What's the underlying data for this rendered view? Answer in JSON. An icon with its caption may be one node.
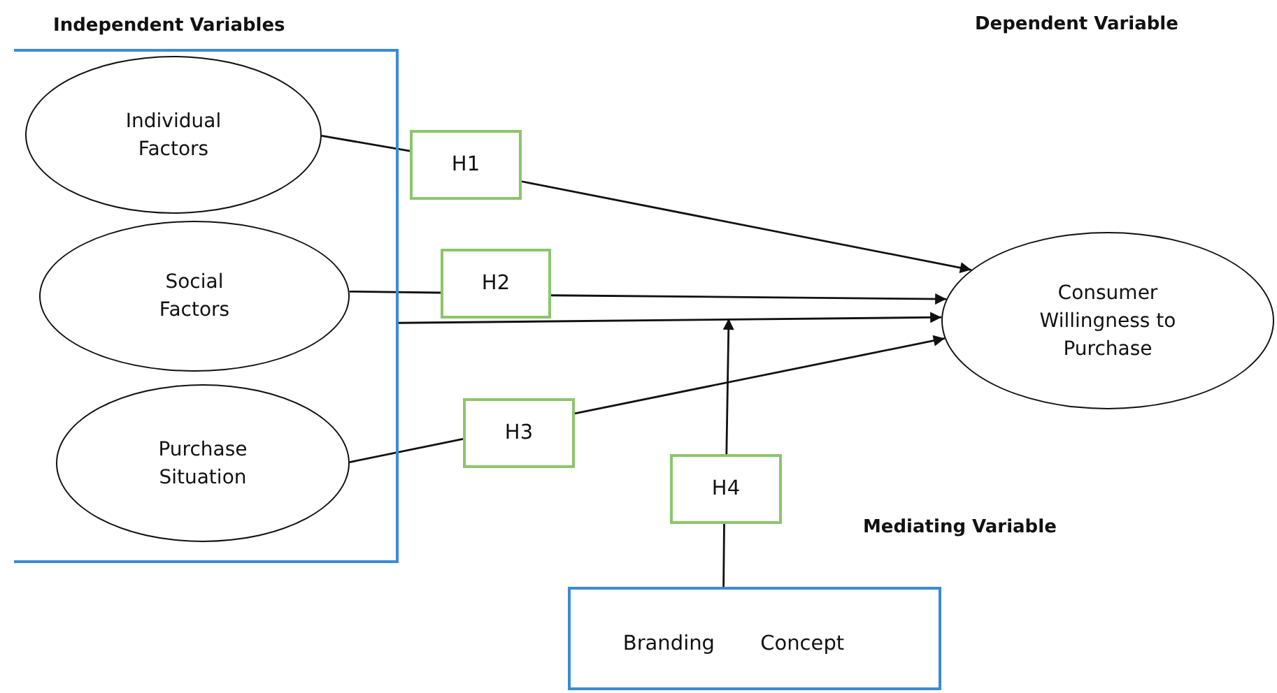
{
  "diagram": {
    "nodes": [
      {
        "text": [
          "Independent Variables"
        ]
      },
      {
        "text": [
          "Individual Factors"
        ],
        "in": 0
      },
      {
        "text": [
          "Social Factors"
        ],
        "in": 0
      },
      {
        "text": [
          "Purchase Situation"
        ],
        "in": 0
      },
      {
        "text": [
          "Consumer Willingness to Purchase"
        ]
      },
      {
        "text": [
          "H1"
        ]
      },
      {
        "text": [
          "H2"
        ]
      },
      {
        "text": [
          "H3"
        ]
      },
      {
        "text": [
          "H4"
        ]
      },
      {
        "text": [
          "Branding Concept"
        ]
      }
    ],
    "edges": [
      {
        "from": 1,
        "to": 5,
        "arrow": "none"
      },
      {
        "from": 5,
        "to": 4,
        "arrow": "to"
      },
      {
        "from": 2,
        "to": 6,
        "arrow": "none"
      },
      {
        "from": 6,
        "to": 4,
        "arrow": "to"
      },
      {
        "from": 0,
        "to": 4,
        "arrow": "to"
      },
      {
        "from": 3,
        "to": 7,
        "arrow": "none"
      },
      {
        "from": 7,
        "to": 4,
        "arrow": "to"
      },
      {
        "from": 9,
        "to": 8,
        "arrow": "none"
      },
      {
        "from": 8,
        "to": null,
        "arrow": "to"
      }
    ],
    "labels": [
      "Dependent Variable",
      "Mediating Variable"
    ]
  }
}
